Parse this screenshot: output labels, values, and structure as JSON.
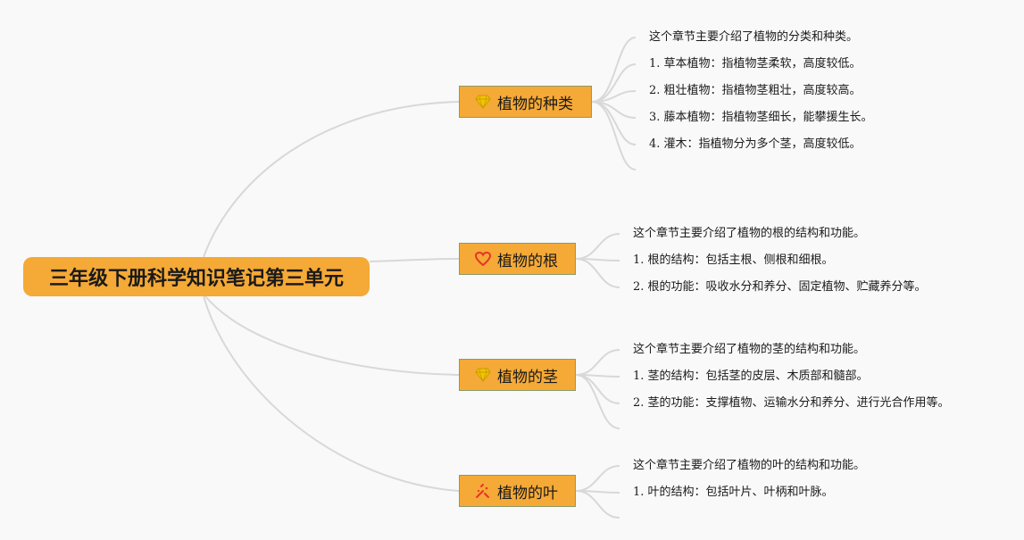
{
  "root": {
    "title": "三年级下册科学知识笔记第三单元"
  },
  "branches": [
    {
      "title": "植物的种类",
      "icon": "diamond-icon",
      "items": [
        "这个章节主要介绍了植物的分类和种类。",
        "1. 草本植物：指植物茎柔软，高度较低。",
        "2. 粗壮植物：指植物茎粗壮，高度较高。",
        "3. 藤本植物：指植物茎细长，能攀援生长。",
        "4. 灌木：指植物分为多个茎，高度较低。"
      ]
    },
    {
      "title": "植物的根",
      "icon": "heart-icon",
      "items": [
        "这个章节主要介绍了植物的根的结构和功能。",
        "1. 根的结构：包括主根、侧根和细根。",
        "2. 根的功能：吸收水分和养分、固定植物、贮藏养分等。"
      ]
    },
    {
      "title": "植物的茎",
      "icon": "diamond-icon",
      "items": [
        "这个章节主要介绍了植物的茎的结构和功能。",
        "1. 茎的结构：包括茎的皮层、木质部和髓部。",
        "2. 茎的功能：支撑植物、运输水分和养分、进行光合作用等。"
      ]
    },
    {
      "title": "植物的叶",
      "icon": "confetti-icon",
      "items": [
        "这个章节主要介绍了植物的叶的结构和功能。",
        "1. 叶的结构：包括叶片、叶柄和叶脉。"
      ]
    }
  ],
  "colors": {
    "node_fill": "#f5a936",
    "connector": "#d8d8d8",
    "diamond": "#f2c400",
    "heart": "#e8332a",
    "confetti": "#e8332a"
  }
}
